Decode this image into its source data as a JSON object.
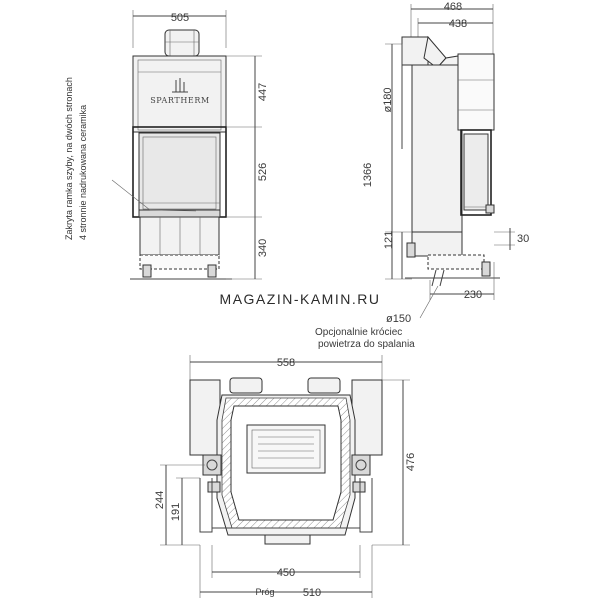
{
  "brand": {
    "text": "MAGAZIN-KAMIN.RU",
    "logo": "SPARTHERM"
  },
  "front_view": {
    "width_label": "505",
    "upper_height_label": "447",
    "glass_height_label": "526",
    "base_height_label": "340",
    "side_note_1": "Zakryta ramka szyby, na dwóch stronach",
    "side_note_2": "4 stronnie nadrukowana ceramika"
  },
  "side_view": {
    "depth_label": "468",
    "inner_depth_label": "438",
    "flue_label": "ø180",
    "total_height_label": "1366",
    "leg_label": "121",
    "offset_label": "30",
    "base_depth_label": "230",
    "inlet_label": "ø150",
    "inlet_note_1": "Opcjonalnie króciec",
    "inlet_note_2": "powietrza do spalania"
  },
  "top_view": {
    "width_label": "558",
    "depth_label": "476",
    "side_label_1": "244",
    "side_label_2": "191",
    "inner_width_label": "450",
    "sill_label": "Próg",
    "outer_width_label": "510"
  }
}
